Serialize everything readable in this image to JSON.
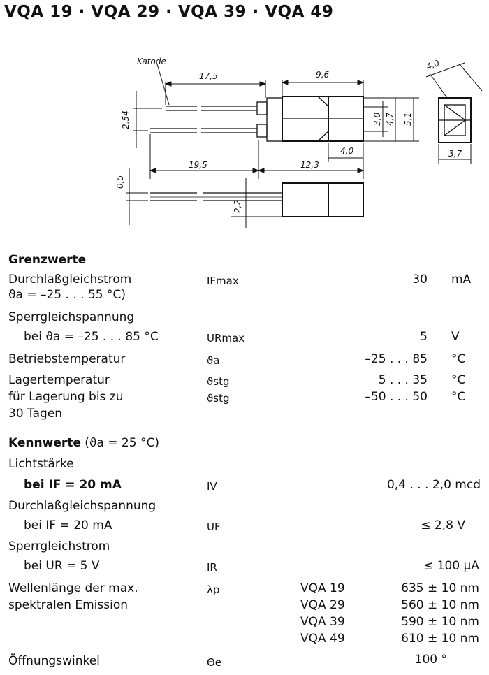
{
  "title": "VQA 19 · VQA 29 · VQA 39 · VQA 49",
  "drawing": {
    "katode": "Katode",
    "dims": [
      "17,5",
      "9,6",
      "2,54",
      "3,0",
      "4,7",
      "5,1",
      "4,0",
      "19,5",
      "12,3",
      "4,0",
      "3,7",
      "0,5",
      "2,2"
    ]
  },
  "grenzwerte": {
    "heading": "Grenzwerte",
    "rows": [
      {
        "label": "Durchlaßgleichstrom",
        "label2": "ϑa = –25 . . . 55 °C)",
        "symbol": "IFmax",
        "value": "30",
        "unit": "mA"
      },
      {
        "label": "Sperrgleichspannung",
        "label2": "bei ϑa = –25 . . . 85 °C",
        "symbol": "URmax",
        "value": "5",
        "unit": "V"
      },
      {
        "label": "Betriebstemperatur",
        "symbol": "ϑa",
        "value": "–25 . . . 85",
        "unit": "°C"
      },
      {
        "label": "Lagertemperatur",
        "symbol": "ϑstg",
        "value": "5 . . . 35",
        "unit": "°C"
      },
      {
        "label": "für Lagerung bis zu",
        "label2": "30 Tagen",
        "symbol": "ϑstg",
        "value": "–50 . . . 50",
        "unit": "°C"
      }
    ]
  },
  "kennwerte": {
    "heading": "Kennwerte",
    "condition": "(ϑa = 25 °C)",
    "rows": [
      {
        "label": "Lichtstärke",
        "label2": "bei IF = 20 mA",
        "symbol": "IV",
        "value": "0,4 . . . 2,0 mcd"
      },
      {
        "label": "Durchlaßgleichspannung",
        "label2": "bei IF = 20 mA",
        "symbol": "UF",
        "value": "≤ 2,8 V"
      },
      {
        "label": "Sperrgleichstrom",
        "label2": "bei UR = 5 V",
        "symbol": "IR",
        "value": "≤ 100 µA"
      },
      {
        "label": "Wellenlänge der max.",
        "label2": "spektralen Emission",
        "symbol": "λp",
        "variants": [
          {
            "type": "VQA 19",
            "value": "635 ± 10 nm"
          },
          {
            "type": "VQA 29",
            "value": "560 ± 10 nm"
          },
          {
            "type": "VQA 39",
            "value": "590 ± 10 nm"
          },
          {
            "type": "VQA 49",
            "value": "610 ± 10 nm"
          }
        ]
      },
      {
        "label": "Öffnungswinkel",
        "symbol": "Θe",
        "value": "100 °"
      }
    ]
  }
}
